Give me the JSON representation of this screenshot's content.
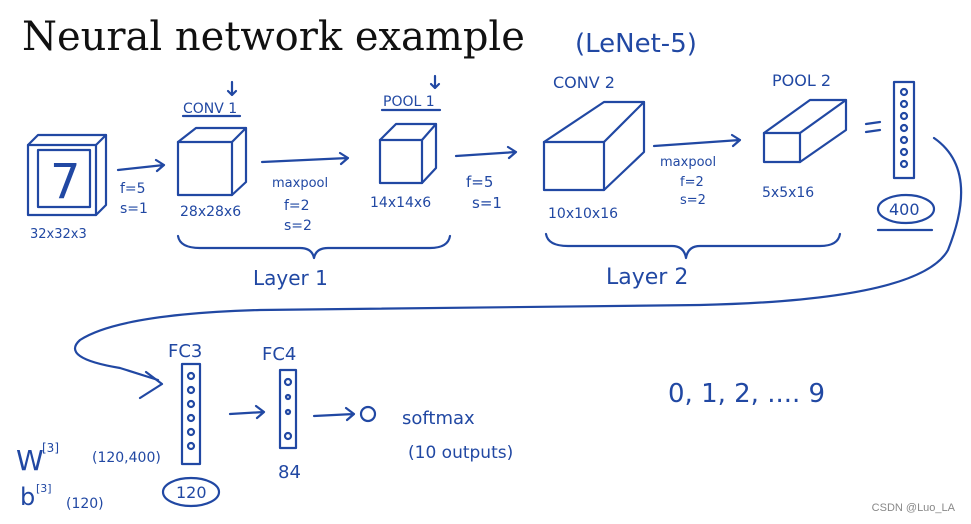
{
  "title": "Neural network example",
  "subtitle": "(LeNet-5)",
  "input": {
    "digit": "7",
    "dims": "32x32x3"
  },
  "conv1": {
    "label": "CONV 1",
    "params_f": "f=5",
    "params_s": "s=1",
    "dims": "28x28x6"
  },
  "pool1": {
    "label": "POOL 1",
    "op": "maxpool",
    "params_f": "f=2",
    "params_s": "s=2",
    "dims": "14x14x6"
  },
  "conv2": {
    "label": "CONV 2",
    "params_f": "f=5",
    "params_s": "s=1",
    "dims": "10x10x16"
  },
  "pool2": {
    "label": "POOL 2",
    "op": "maxpool",
    "params_f": "f=2",
    "params_s": "s=2",
    "dims": "5x5x16"
  },
  "flatten": {
    "units": "400"
  },
  "layers": {
    "layer1": "Layer 1",
    "layer2": "Layer 2"
  },
  "fc3": {
    "label": "FC3",
    "units": "120",
    "w": "W",
    "w_sup": "[3]",
    "w_dims": "(120,400)",
    "b": "b",
    "b_sup": "[3]",
    "b_dims": "(120)"
  },
  "fc4": {
    "label": "FC4",
    "units": "84"
  },
  "softmax": {
    "label": "softmax",
    "outputs": "(10 outputs)"
  },
  "classes": "0, 1, 2, .... 9",
  "watermark": "CSDN @Luo_LA"
}
